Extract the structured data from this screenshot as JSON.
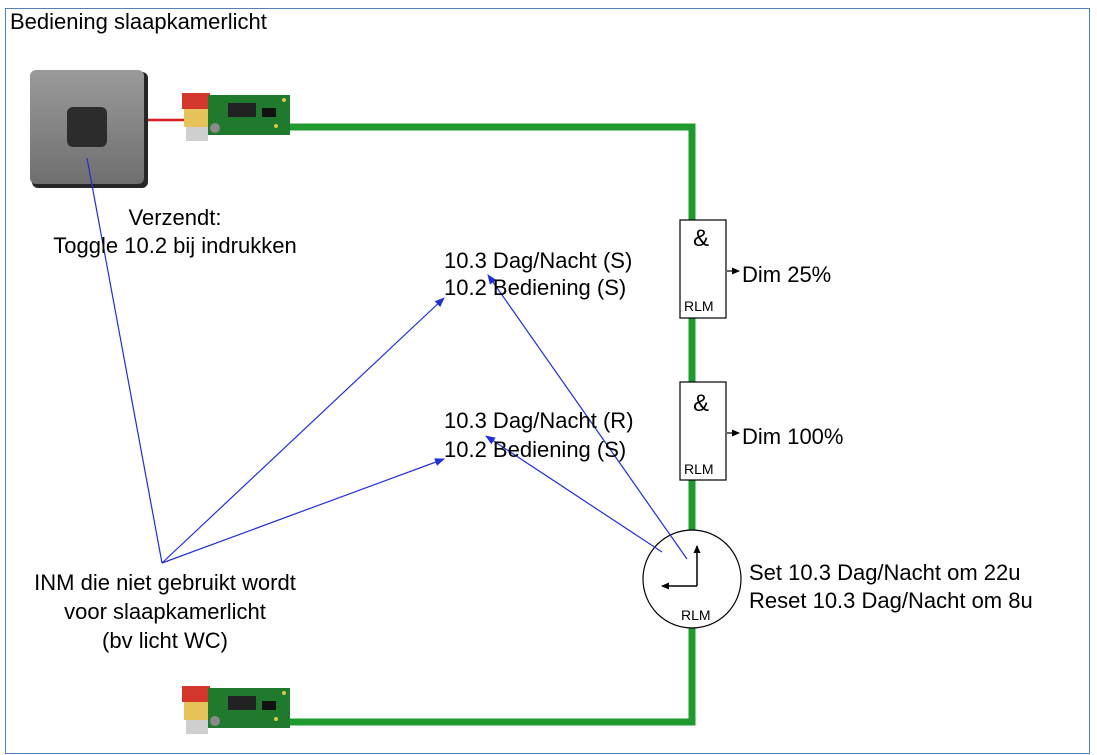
{
  "title": "Bediening slaapkamerlicht",
  "switch": {
    "caption_line1": "Verzendt:",
    "caption_line2": "Toggle 10.2 bij indrukken"
  },
  "gate1": {
    "symbol": "&",
    "label": "RLM",
    "input1": "10.3 Dag/Nacht (S)",
    "input2": "10.2 Bediening (S)",
    "output": "Dim 25%"
  },
  "gate2": {
    "symbol": "&",
    "label": "RLM",
    "input1": "10.3 Dag/Nacht (R)",
    "input2": "10.2 Bediening (S)",
    "output": "Dim 100%"
  },
  "clock": {
    "label": "RLM",
    "text_line1": "Set 10.3 Dag/Nacht om 22u",
    "text_line2": "Reset 10.3 Dag/Nacht om 8u"
  },
  "inm": {
    "line1": "INM die niet gebruikt wordt",
    "line2": "voor slaapkamerlicht",
    "line3": "(bv licht WC)"
  },
  "colors": {
    "bus": "#1f9a2e",
    "arrow": "#1f2fd6",
    "frame": "#4f81bd",
    "red_wire": "#d91e1e"
  }
}
